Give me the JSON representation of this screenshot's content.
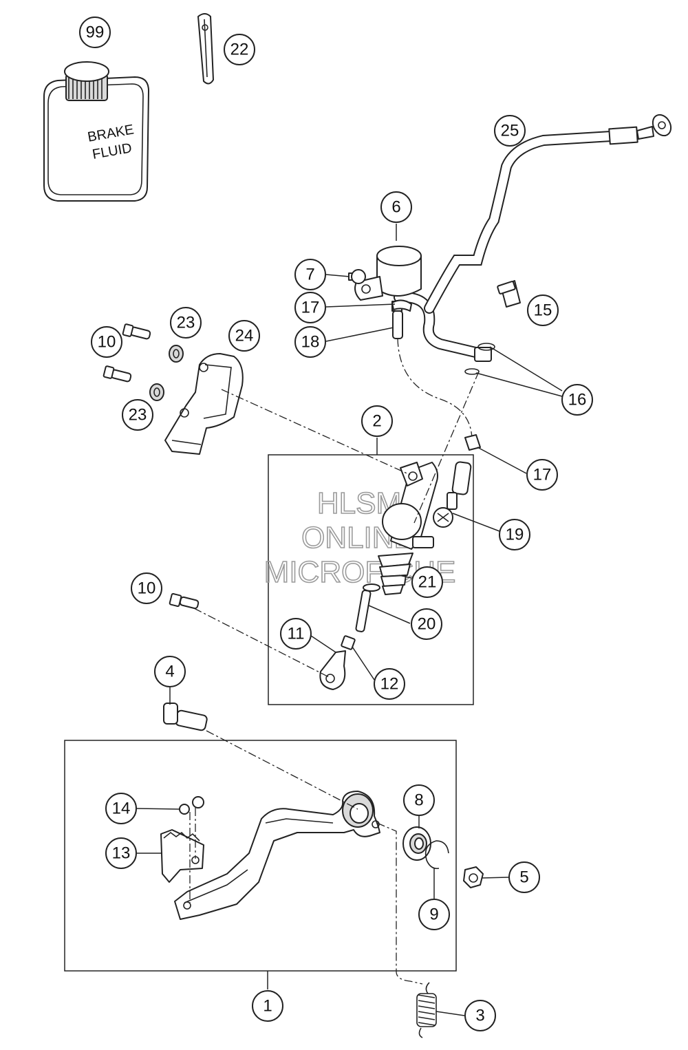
{
  "bottle_label": {
    "line1": "BRAKE",
    "line2": "FLUID"
  },
  "watermark": {
    "line1": "HLSM",
    "line2": "ONLINE",
    "line3": "MICROFICHE"
  },
  "callouts": [
    {
      "id": "c99",
      "label": "99"
    },
    {
      "id": "c22",
      "label": "22"
    },
    {
      "id": "c25",
      "label": "25"
    },
    {
      "id": "c6",
      "label": "6"
    },
    {
      "id": "c7",
      "label": "7"
    },
    {
      "id": "c17a",
      "label": "17"
    },
    {
      "id": "c18",
      "label": "18"
    },
    {
      "id": "c15",
      "label": "15"
    },
    {
      "id": "c23a",
      "label": "23"
    },
    {
      "id": "c24",
      "label": "24"
    },
    {
      "id": "c10a",
      "label": "10"
    },
    {
      "id": "c23b",
      "label": "23"
    },
    {
      "id": "c16",
      "label": "16"
    },
    {
      "id": "c2",
      "label": "2"
    },
    {
      "id": "c17b",
      "label": "17"
    },
    {
      "id": "c19",
      "label": "19"
    },
    {
      "id": "c21",
      "label": "21"
    },
    {
      "id": "c10b",
      "label": "10"
    },
    {
      "id": "c20",
      "label": "20"
    },
    {
      "id": "c11",
      "label": "11"
    },
    {
      "id": "c12",
      "label": "12"
    },
    {
      "id": "c4",
      "label": "4"
    },
    {
      "id": "c8",
      "label": "8"
    },
    {
      "id": "c14",
      "label": "14"
    },
    {
      "id": "c13",
      "label": "13"
    },
    {
      "id": "c5",
      "label": "5"
    },
    {
      "id": "c9",
      "label": "9"
    },
    {
      "id": "c1",
      "label": "1"
    },
    {
      "id": "c3",
      "label": "3"
    }
  ]
}
